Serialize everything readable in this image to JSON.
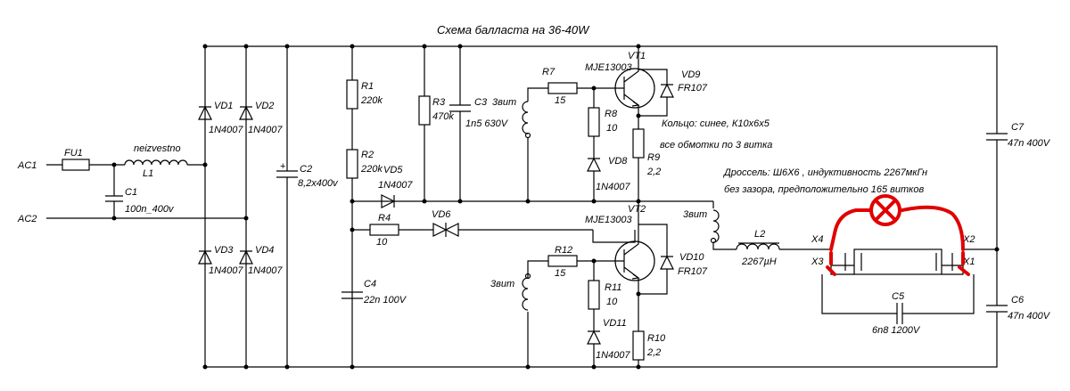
{
  "title": "Схема балласта на 36-40W",
  "notes": {
    "ring": "Кольцо: синее, К10х6х5",
    "windings": "все обмотки по 3 витка",
    "choke": "Дроссель: Ш6Х6 , индуктивность 2267мкГн",
    "gap": "без зазора, предположительно 165 витков"
  },
  "terminals": {
    "ac1": "AC1",
    "ac2": "AC2",
    "x1": "X1",
    "x2": "X2",
    "x3": "X3",
    "x4": "X4"
  },
  "components": {
    "fu1": "FU1",
    "l1": {
      "ref": "L1",
      "value": "neizvestno"
    },
    "c1": {
      "ref": "C1",
      "value": "100n_400v"
    },
    "vd1": {
      "ref": "VD1",
      "value": "1N4007"
    },
    "vd2": {
      "ref": "VD2",
      "value": "1N4007"
    },
    "vd3": {
      "ref": "VD3",
      "value": "1N4007"
    },
    "vd4": {
      "ref": "VD4",
      "value": "1N4007"
    },
    "c2": {
      "ref": "C2",
      "value": "8,2x400v"
    },
    "r1": {
      "ref": "R1",
      "value": "220k"
    },
    "r2": {
      "ref": "R2",
      "value": "220k"
    },
    "vd5": {
      "ref": "VD5",
      "value": "1N4007"
    },
    "r3": {
      "ref": "R3",
      "value": "470k"
    },
    "c3": {
      "ref": "C3",
      "value": "1n5 630V"
    },
    "r4": {
      "ref": "R4",
      "value": "10"
    },
    "vd6": {
      "ref": "VD6"
    },
    "c4": {
      "ref": "C4",
      "value": "22n 100V"
    },
    "vt1": {
      "ref": "VT1",
      "value": "MJE13003"
    },
    "vt2": {
      "ref": "VT2",
      "value": "MJE13003"
    },
    "r7": {
      "ref": "R7",
      "value": "15"
    },
    "r8": {
      "ref": "R8",
      "value": "10"
    },
    "vd8": {
      "ref": "VD8",
      "value": "1N4007"
    },
    "r9": {
      "ref": "R9",
      "value": "2,2"
    },
    "vd9": {
      "ref": "VD9",
      "value": "FR107"
    },
    "r12": {
      "ref": "R12",
      "value": "15"
    },
    "r11": {
      "ref": "R11",
      "value": "10"
    },
    "vd11": {
      "ref": "VD11",
      "value": "1N4007"
    },
    "r10": {
      "ref": "R10",
      "value": "2,2"
    },
    "vd10": {
      "ref": "VD10",
      "value": "FR107"
    },
    "l2": {
      "ref": "L2",
      "value": "2267µH"
    },
    "c5": {
      "ref": "C5",
      "value": "6n8 1200V"
    },
    "c6": {
      "ref": "C6",
      "value": "47n 400V"
    },
    "c7": {
      "ref": "C7",
      "value": "47n 400V"
    },
    "winding_label": "3вит"
  }
}
